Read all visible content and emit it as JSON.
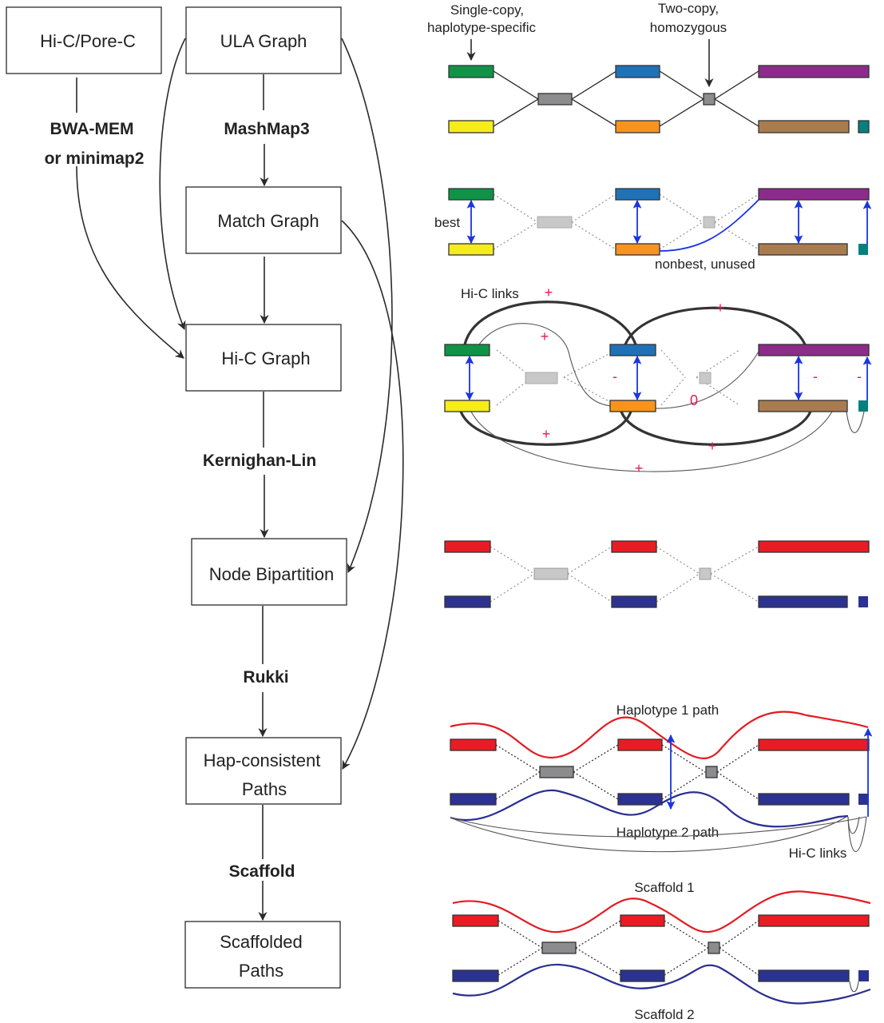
{
  "flowchart": {
    "boxes": {
      "hic_porec": "Hi-C/Pore-C",
      "ula_graph": "ULA Graph",
      "match_graph": "Match Graph",
      "hic_graph": "Hi-C Graph",
      "node_bipartition": "Node Bipartition",
      "hap_paths_line1": "Hap-consistent",
      "hap_paths_line2": "Paths",
      "scaffolded_line1": "Scaffolded",
      "scaffolded_line2": "Paths"
    },
    "steps": {
      "aligner_line1": "BWA-MEM",
      "aligner_line2": "or minimap2",
      "mashmap": "MashMap3",
      "kernighan_lin": "Kernighan-Lin",
      "rukki": "Rukki",
      "scaffold": "Scaffold"
    }
  },
  "panels": {
    "ula": {
      "label_single_line1": "Single-copy,",
      "label_single_line2": "haplotype-specific",
      "label_two_line1": "Two-copy,",
      "label_two_line2": "homozygous"
    },
    "match": {
      "label_best": "best",
      "label_nonbest": "nonbest, unused"
    },
    "hic": {
      "label_links": "Hi-C links",
      "signs": {
        "top_left": "+",
        "cross": "+",
        "top_right": "+",
        "minus_mid": "-",
        "zero": "0",
        "minus_right": "-",
        "minus_far": "-",
        "bottom_left": "+",
        "bottom_right": "+",
        "bottom_long": "+"
      }
    },
    "paths": {
      "label_hap1": "Haplotype 1 path",
      "label_hap2": "Haplotype 2 path",
      "label_links": "Hi-C links"
    },
    "scaffolds": {
      "label_s1": "Scaffold 1",
      "label_s2": "Scaffold 2"
    }
  },
  "colors": {
    "green": "#0f9447",
    "yellow": "#f5ec1a",
    "gray_node": "#8c8c8f",
    "light_gray_node": "#c8c8c8",
    "blue": "#1f72b8",
    "orange": "#f7931e",
    "purple": "#8e2a8c",
    "brown": "#a97c50",
    "teal": "#07807d",
    "hap_red": "#e91c24",
    "hap_blue": "#2b3290",
    "arrow_blue": "#1a35e0",
    "sign_red": "#e8174e"
  }
}
